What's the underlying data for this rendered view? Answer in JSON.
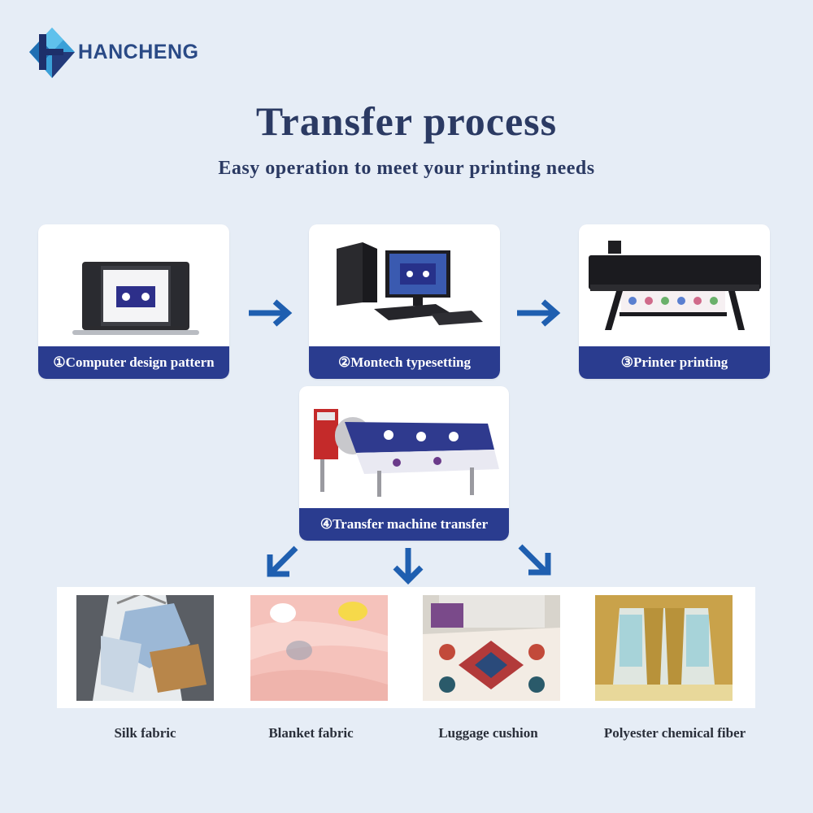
{
  "brand": {
    "name": "HANCHENG",
    "color": "#2a4a86"
  },
  "header": {
    "title": "Transfer process",
    "subtitle": "Easy operation to meet your printing needs"
  },
  "steps": [
    {
      "label": "①Computer design pattern",
      "icon": "laptop-icon"
    },
    {
      "label": "②Montech typesetting",
      "icon": "desktop-computer-icon"
    },
    {
      "label": "③Printer printing",
      "icon": "printer-icon"
    },
    {
      "label": "④Transfer machine transfer",
      "icon": "transfer-machine-icon"
    }
  ],
  "applications": [
    {
      "caption": "Silk fabric"
    },
    {
      "caption": "Blanket fabric"
    },
    {
      "caption": "Luggage cushion"
    },
    {
      "caption": "Polyester chemical fiber"
    }
  ],
  "colors": {
    "accent": "#2a3c8f",
    "arrow": "#1f5fb0",
    "background": "#e6edf6"
  }
}
